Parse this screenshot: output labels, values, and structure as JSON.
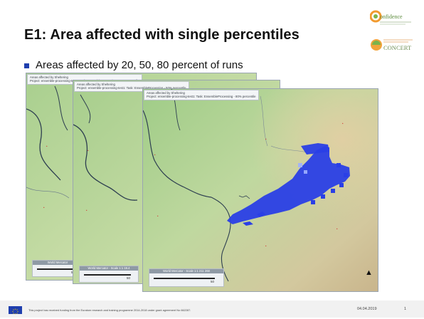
{
  "slide": {
    "title": "E1: Area affected with single percentiles",
    "bullet": "Areas affected by 20, 50, 80 percent of runs"
  },
  "logos": {
    "logo1_text": "onfidence",
    "logo2_text": "CONCERT"
  },
  "maps": [
    {
      "info_line1": "Areas affected by Sheltering",
      "info_line2": "Project: ensemble-processing-test1: Task: EnsembleProcessing - 20% percentile",
      "scale_head": "World Mercator",
      "scale_max": "50"
    },
    {
      "info_line1": "Areas affected by Sheltering",
      "info_line2": "Project: ensemble-processing-test1: Task: EnsembleProcessing - 50% percentile",
      "scale_head": "World Mercator - Scale 1:1 19.4",
      "scale_max": "50"
    },
    {
      "info_line1": "Areas affected by Sheltering",
      "info_line2": "Project: ensemble-processing-test1: Task: EnsembleProcessing - 80% percentile",
      "scale_head": "World Mercator - Scale 1:1 211 268",
      "scale_max": "50"
    }
  ],
  "colors": {
    "affected_area": "#2a3fe6",
    "map_base": "#b8d6a0",
    "bullet": "#1f3fae"
  },
  "footer": {
    "funding_text": "This project has received funding from the Euratom research and training programme 2014-2018 under grant agreement No 662287.",
    "date": "04.04.2019",
    "page": "1"
  }
}
